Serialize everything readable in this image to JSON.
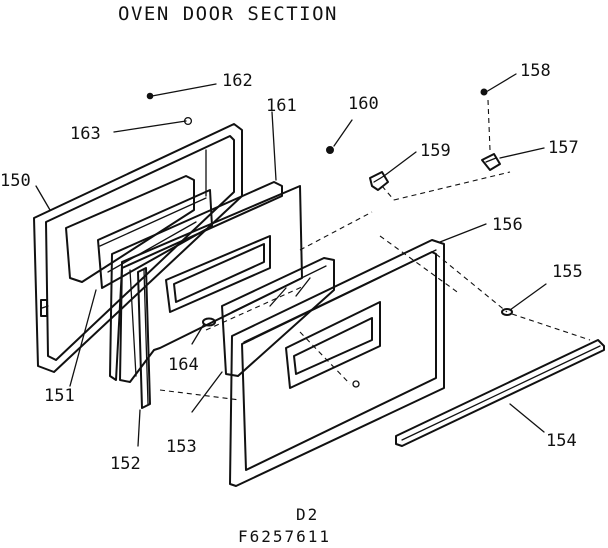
{
  "title": "OVEN DOOR SECTION",
  "footer": {
    "code": "D2",
    "part_number": "F6257611"
  },
  "callouts": {
    "c150": "150",
    "c151": "151",
    "c152": "152",
    "c153": "153",
    "c154": "154",
    "c155": "155",
    "c156": "156",
    "c157": "157",
    "c158": "158",
    "c159": "159",
    "c160": "160",
    "c161": "161",
    "c162": "162",
    "c163": "163",
    "c164": "164"
  }
}
